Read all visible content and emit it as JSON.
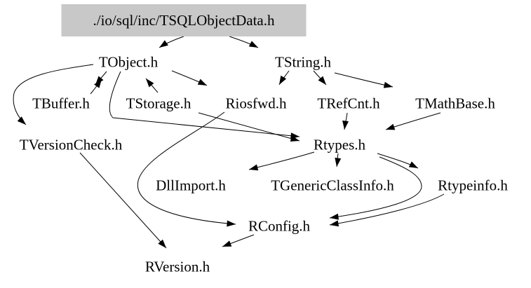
{
  "graph": {
    "type": "include-dependency-graph",
    "root_box_fill": "#c8c8c8",
    "edge_color": "#000000",
    "text_color": "#000000",
    "background": "#ffffff",
    "nodes": [
      {
        "id": "root",
        "label": "./io/sql/inc/TSQLObjectData.h"
      },
      {
        "id": "tobject",
        "label": "TObject.h"
      },
      {
        "id": "tstring",
        "label": "TString.h"
      },
      {
        "id": "tbuffer",
        "label": "TBuffer.h"
      },
      {
        "id": "tstorage",
        "label": "TStorage.h"
      },
      {
        "id": "riosfwd",
        "label": "Riosfwd.h"
      },
      {
        "id": "trefcnt",
        "label": "TRefCnt.h"
      },
      {
        "id": "tmathbase",
        "label": "TMathBase.h"
      },
      {
        "id": "tversioncheck",
        "label": "TVersionCheck.h"
      },
      {
        "id": "rtypes",
        "label": "Rtypes.h"
      },
      {
        "id": "dllimport",
        "label": "DllImport.h"
      },
      {
        "id": "tgenericclassinfo",
        "label": "TGenericClassInfo.h"
      },
      {
        "id": "rtypeinfo",
        "label": "Rtypeinfo.h"
      },
      {
        "id": "rconfig",
        "label": "RConfig.h"
      },
      {
        "id": "rversion",
        "label": "RVersion.h"
      }
    ],
    "edges": [
      {
        "from": "root",
        "to": "tobject"
      },
      {
        "from": "root",
        "to": "tstring"
      },
      {
        "from": "tobject",
        "to": "tbuffer"
      },
      {
        "from": "tbuffer",
        "to": "tobject"
      },
      {
        "from": "tstorage",
        "to": "tobject"
      },
      {
        "from": "tobject",
        "to": "riosfwd"
      },
      {
        "from": "tobject",
        "to": "tversioncheck"
      },
      {
        "from": "tobject",
        "to": "rtypes"
      },
      {
        "from": "tstorage",
        "to": "rtypes"
      },
      {
        "from": "riosfwd",
        "to": "rconfig"
      },
      {
        "from": "tstring",
        "to": "riosfwd"
      },
      {
        "from": "tstring",
        "to": "trefcnt"
      },
      {
        "from": "tstring",
        "to": "tmathbase"
      },
      {
        "from": "trefcnt",
        "to": "rtypes"
      },
      {
        "from": "tmathbase",
        "to": "rtypes"
      },
      {
        "from": "rtypes",
        "to": "dllimport"
      },
      {
        "from": "rtypes",
        "to": "tgenericclassinfo"
      },
      {
        "from": "rtypes",
        "to": "rtypeinfo"
      },
      {
        "from": "rtypes",
        "to": "rconfig"
      },
      {
        "from": "rtypeinfo",
        "to": "rconfig"
      },
      {
        "from": "tversioncheck",
        "to": "rversion"
      },
      {
        "from": "rconfig",
        "to": "rversion"
      }
    ]
  }
}
